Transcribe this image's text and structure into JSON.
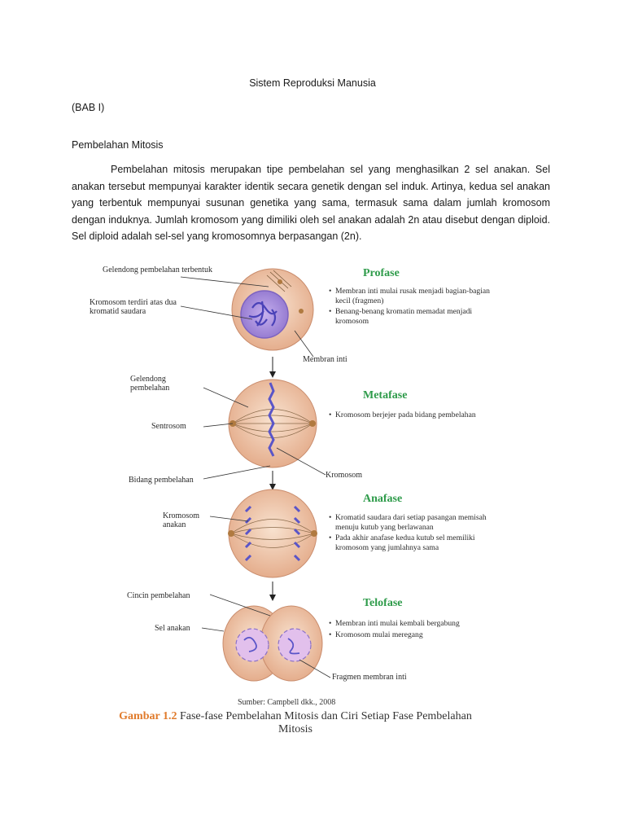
{
  "document": {
    "title": "Sistem Reproduksi Manusia",
    "chapter": "(BAB I)",
    "section_heading": "Pembelahan Mitosis",
    "paragraph": "Pembelahan mitosis merupakan tipe pembelahan sel yang menghasilkan 2 sel anakan. Sel anakan tersebut mempunyai karakter identik secara genetik dengan sel induk. Artinya, kedua sel anakan yang terbentuk mempunyai susunan genetika yang sama, termasuk sama dalam jumlah kromosom dengan induknya. Jumlah kromosom yang dimiliki oleh sel anakan adalah 2n atau disebut dengan diploid. Sel diploid adalah sel-sel yang kromosomnya berpasangan (2n)."
  },
  "figure": {
    "labels": {
      "gelendong_terbentuk": "Gelendong pembelahan terbentuk",
      "kromosom_kromatid": "Kromosom terdiri atas dua kromatid saudara",
      "membran_inti": "Membran inti",
      "gelendong": "Gelendong pembelahan",
      "sentrosom": "Sentrosom",
      "kromosom": "Kromosom",
      "bidang": "Bidang pembelahan",
      "kromosom_anakan": "Kromosom anakan",
      "cincin": "Cincin pembelahan",
      "sel_anakan": "Sel anakan",
      "fragmen": "Fragmen membran inti"
    },
    "phases": [
      {
        "name": "Profase",
        "bullets": [
          "Membran inti mulai rusak menjadi bagian-bagian kecil (fragmen)",
          "Benang-benang kromatin memadat menjadi kromosom"
        ]
      },
      {
        "name": "Metafase",
        "bullets": [
          "Kromosom berjejer pada bidang pembelahan"
        ]
      },
      {
        "name": "Anafase",
        "bullets": [
          "Kromatid saudara dari setiap pasangan memisah menuju kutub yang berlawanan",
          "Pada akhir anafase kedua kutub sel memiliki kromosom yang jumlahnya sama"
        ]
      },
      {
        "name": "Telofase",
        "bullets": [
          "Membran inti mulai kembali bergabung",
          "Kromosom mulai meregang"
        ]
      }
    ],
    "source": "Sumber: Campbell dkk., 2008",
    "caption_label": "Gambar 1.2",
    "caption_text": "Fase-fase Pembelahan Mitosis dan Ciri Setiap Fase Pembelahan Mitosis",
    "colors": {
      "phase_title": "#2e9b4a",
      "caption_label": "#e07a2a",
      "cell": "#f0c9a8",
      "nucleus": "#a98ad6",
      "chromosome": "#5a55c8"
    }
  }
}
